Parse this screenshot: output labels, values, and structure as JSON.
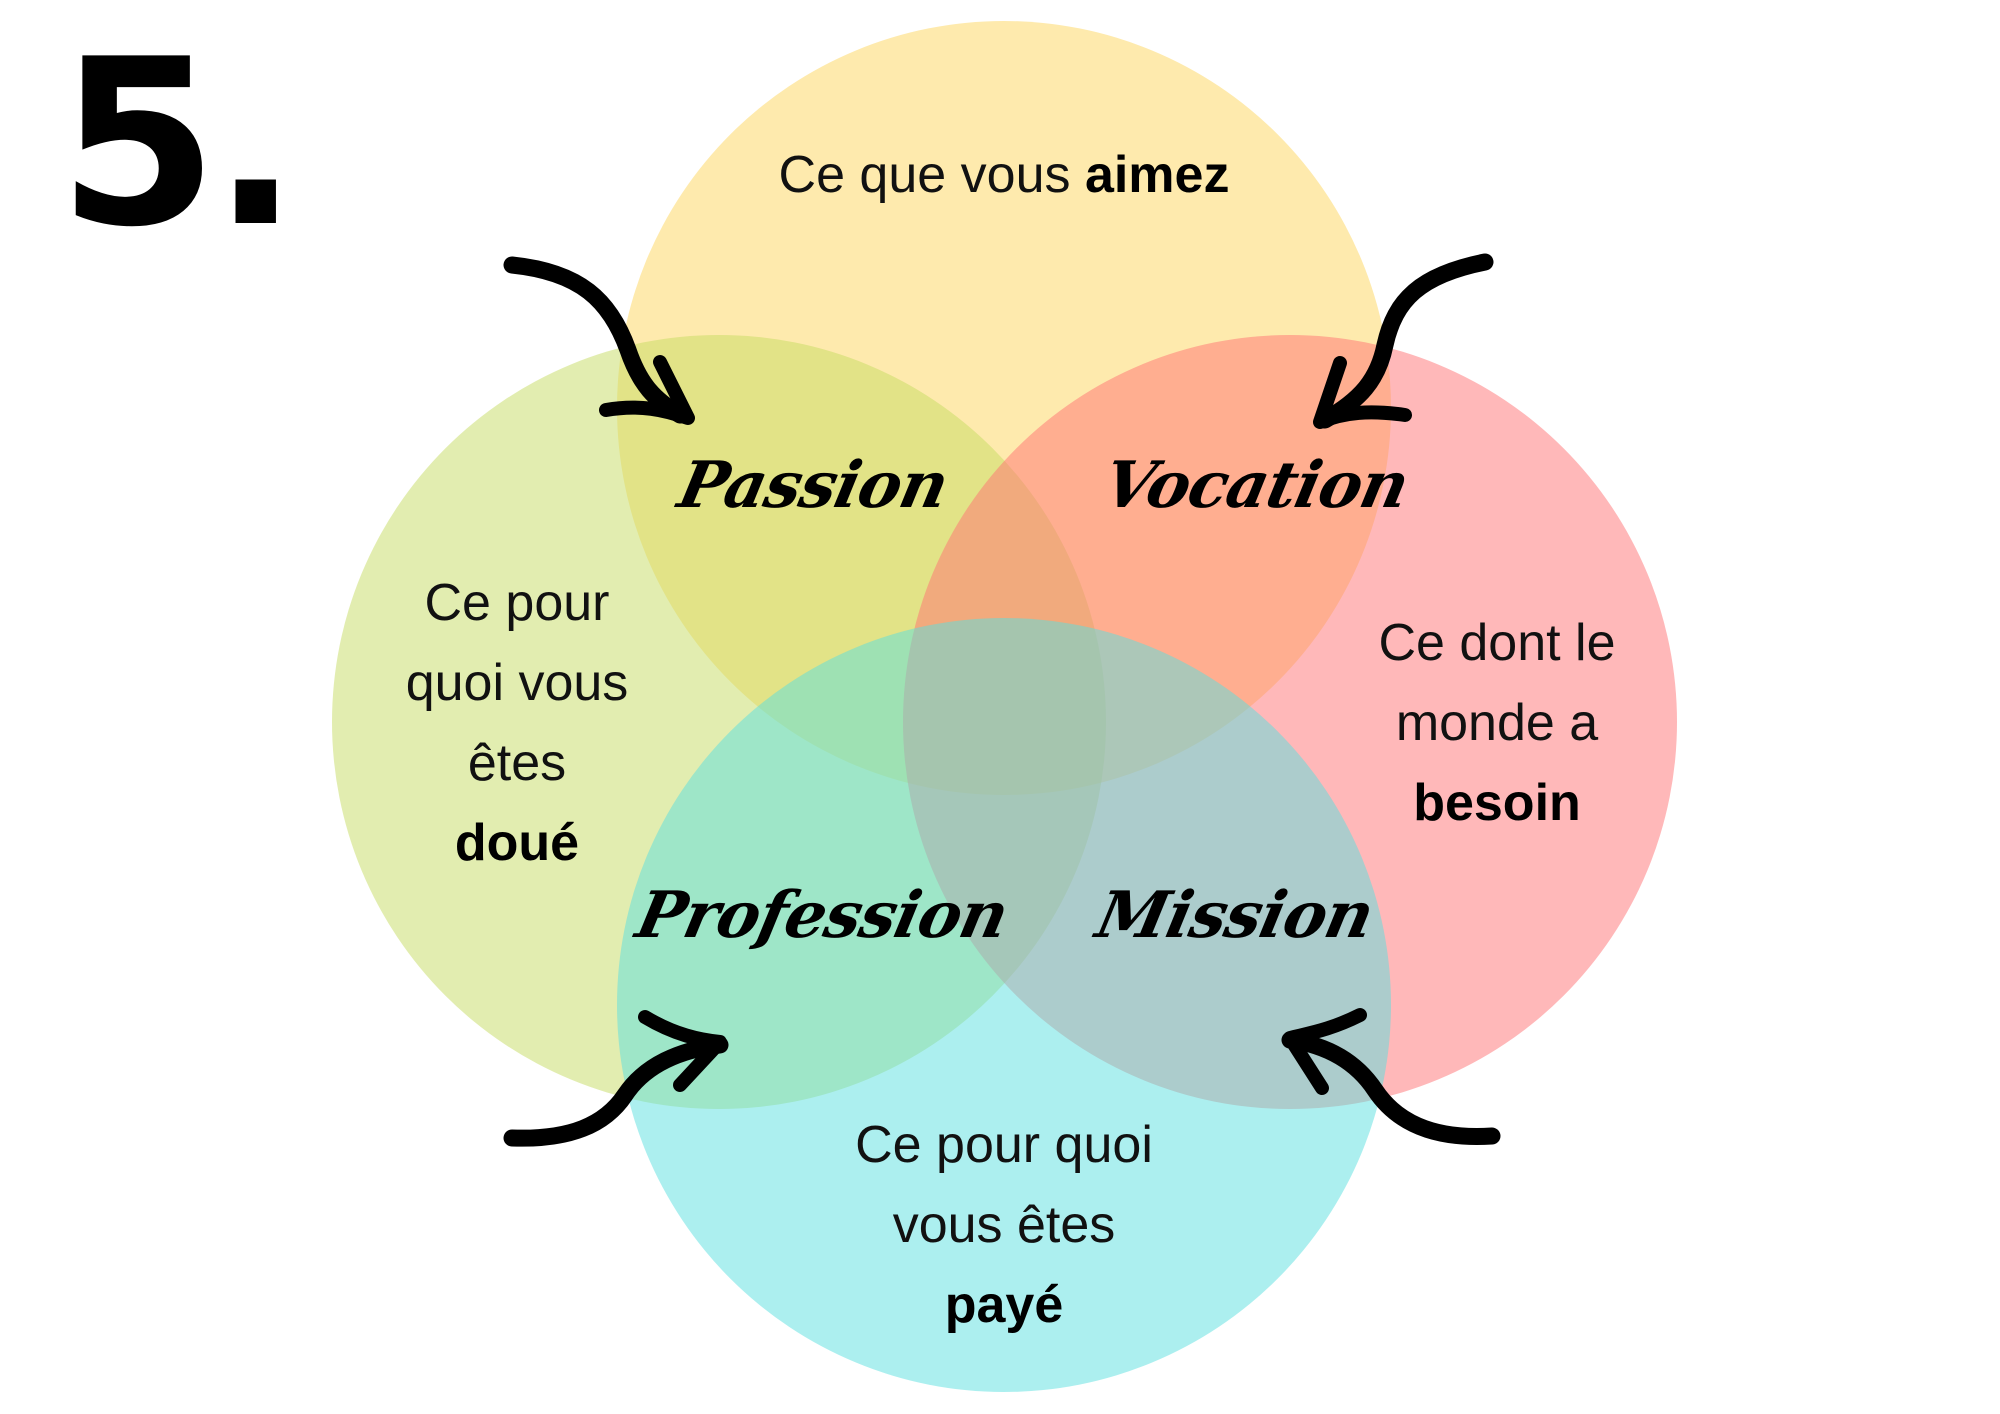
{
  "step": {
    "number": "5."
  },
  "circles": [
    {
      "id": "aimez",
      "color": "#feeeaa",
      "label_plain": "Ce que vous",
      "label_bold": "aimez"
    },
    {
      "id": "doue",
      "color": "#e3eeb0",
      "label_lines": [
        "Ce pour",
        "quoi vous",
        "êtes"
      ],
      "label_bold": "doué"
    },
    {
      "id": "besoin",
      "color": "#ffb8b9",
      "label_lines": [
        "Ce dont le",
        "monde a"
      ],
      "label_bold": "besoin"
    },
    {
      "id": "paye",
      "color": "#acefef",
      "label_lines": [
        "Ce pour quoi",
        "vous êtes"
      ],
      "label_bold": "payé"
    }
  ],
  "intersections": {
    "passion": "Passion",
    "vocation": "Vocation",
    "profession": "Profession",
    "mission": "Mission"
  },
  "arrows": [
    "arrow-to-passion",
    "arrow-to-vocation",
    "arrow-to-profession",
    "arrow-to-mission"
  ]
}
